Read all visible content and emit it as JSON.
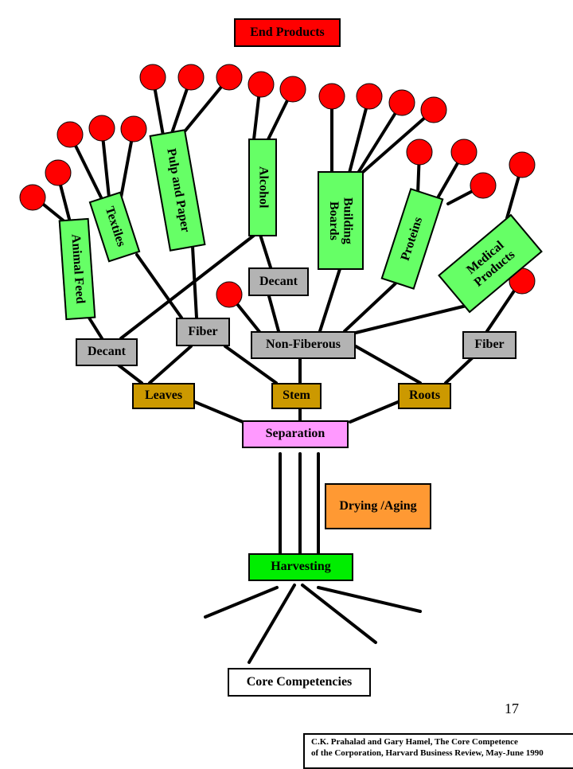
{
  "nodes": {
    "end_products": "End Products",
    "animal_feed": "Animal Feed",
    "textiles": "Textiles",
    "pulp_and_paper": "Pulp and Paper",
    "alcohol": "Alcohol",
    "building_boards": "Building\nBoards",
    "proteins": "Proteins",
    "medical_products": "Medical\nProducts",
    "decant_upper": "Decant",
    "decant_left": "Decant",
    "fiber_left": "Fiber",
    "non_fiberous": "Non-Fiberous",
    "fiber_right": "Fiber",
    "leaves": "Leaves",
    "stem": "Stem",
    "roots": "Roots",
    "separation": "Separation",
    "drying_aging": "Drying /Aging",
    "harvesting": "Harvesting",
    "core_competencies": "Core Competencies"
  },
  "colors": {
    "product_circle": "#ff0000",
    "product_box": "#66ff66",
    "process_box": "#b3b3b3",
    "part_box": "#cc9900",
    "separation": "#ff99ff",
    "drying": "#ff9933",
    "harvesting": "#00ee00",
    "end_products": "#ff0000"
  },
  "page_number": "17",
  "citation": {
    "line1": "C.K. Prahalad and Gary Hamel, The Core Competence",
    "line2": "of the Corporation, Harvard Business Review, May-June 1990"
  }
}
